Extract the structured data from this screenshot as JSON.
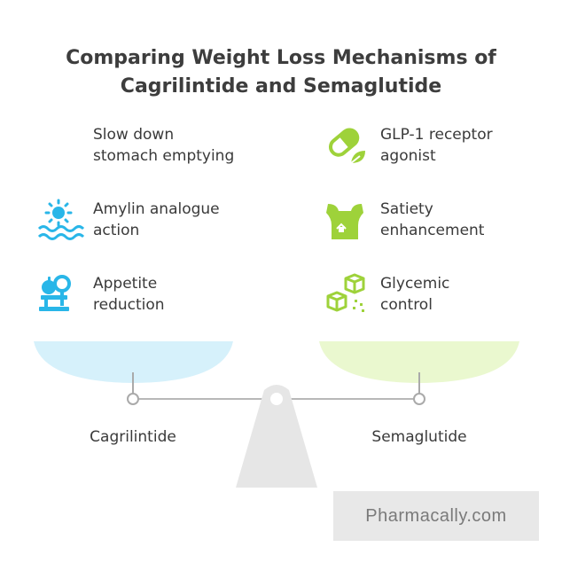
{
  "title_line1": "Comparing Weight Loss Mechanisms of",
  "title_line2": "Cagrilintide and Semaglutide",
  "left": {
    "name": "Cagrilintide",
    "items": [
      {
        "label_line1": "Slow down",
        "label_line2": "stomach emptying",
        "icon": "none"
      },
      {
        "label_line1": "Amylin analogue",
        "label_line2": "action",
        "icon": "sun-waves-icon"
      },
      {
        "label_line1": "Appetite",
        "label_line2": "reduction",
        "icon": "scale-apple-icon"
      }
    ],
    "color": "#29b6e8",
    "pan_color": "#d6f1fb"
  },
  "right": {
    "name": "Semaglutide",
    "items": [
      {
        "label_line1": "GLP-1 receptor",
        "label_line2": "agonist",
        "icon": "pill-leaf-icon"
      },
      {
        "label_line1": "Satiety",
        "label_line2": "enhancement",
        "icon": "stomach-icon"
      },
      {
        "label_line1": "Glycemic",
        "label_line2": "control",
        "icon": "sugar-cubes-icon"
      }
    ],
    "color": "#9ed23a",
    "pan_color": "#eaf8cf"
  },
  "watermark": "Pharmacally.com"
}
